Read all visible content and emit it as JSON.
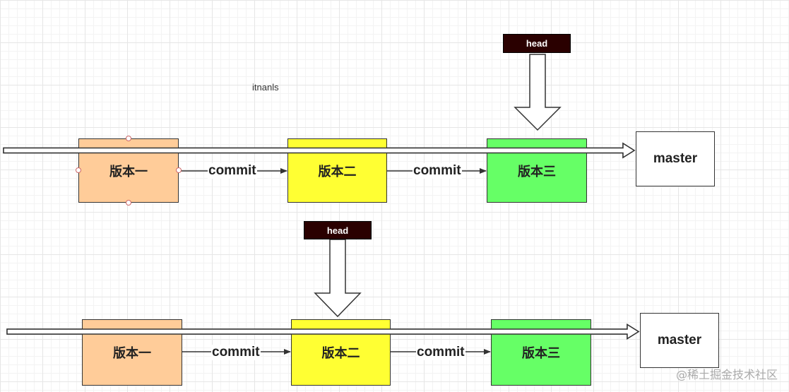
{
  "note": "itnanls",
  "top": {
    "head_label": "head",
    "v1": "版本一",
    "v2": "版本二",
    "v3": "版本三",
    "commit1": "commit",
    "commit2": "commit",
    "master": "master"
  },
  "bottom": {
    "head_label": "head",
    "v1": "版本一",
    "v2": "版本二",
    "v3": "版本三",
    "commit1": "commit",
    "commit2": "commit",
    "master": "master"
  },
  "watermark": "@稀土掘金技术社区",
  "colors": {
    "v1": "#ffcc99",
    "v2": "#ffff33",
    "v3": "#66ff66",
    "head_bg": "#2a0000"
  }
}
